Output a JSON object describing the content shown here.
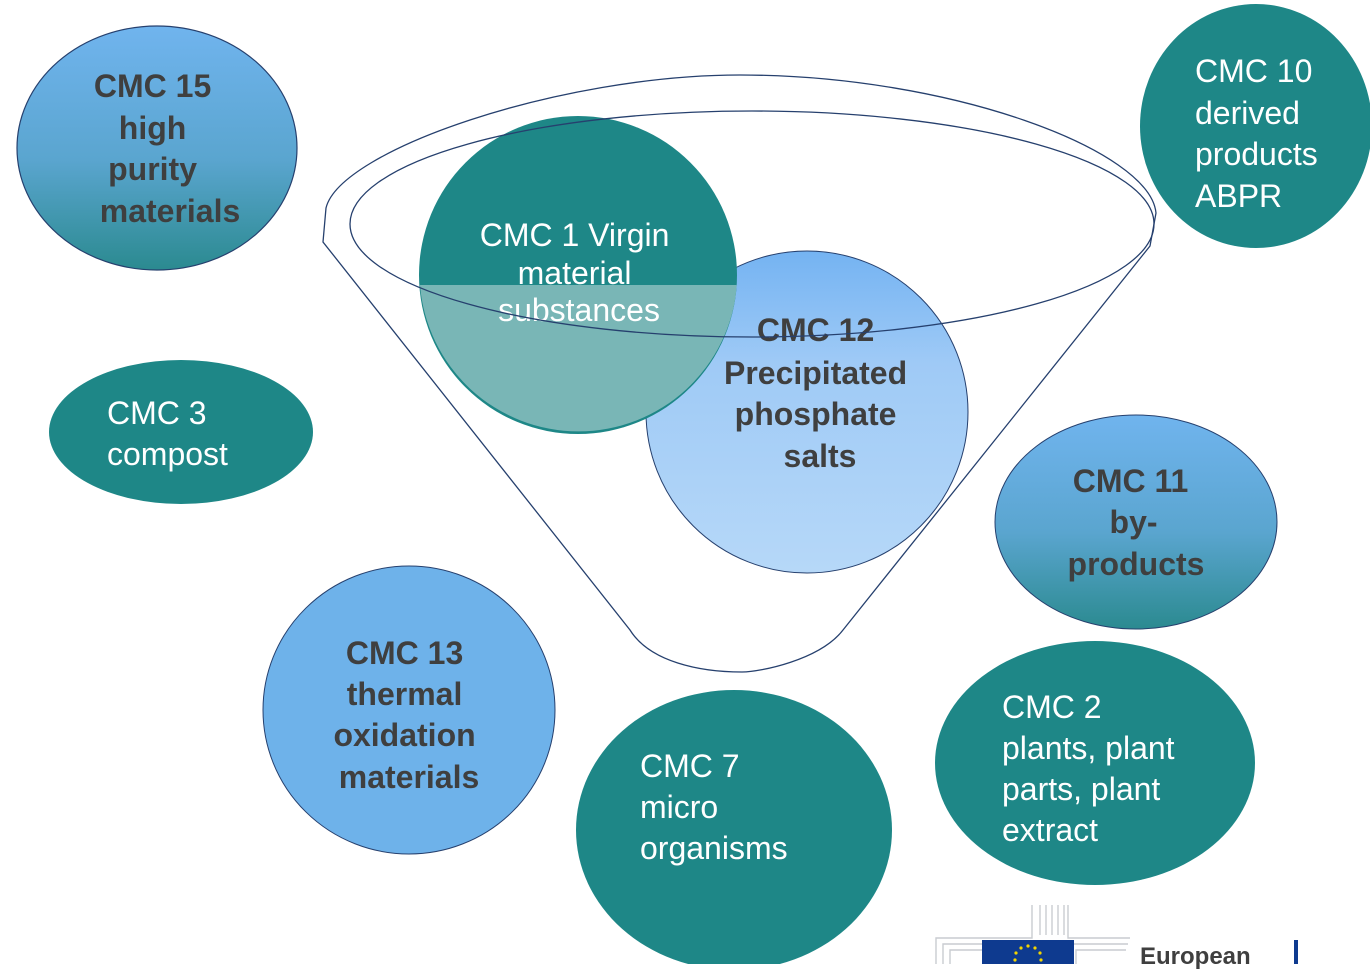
{
  "colors": {
    "teal": "#1e8787",
    "teal_light": "#78b6b7",
    "blue_top": "#6db1e8",
    "blue_bottom": "#2a8a91",
    "blue_mid": "#6eb2ea",
    "blue_pale": "#a9d2f7",
    "outline": "#26406e",
    "text_dark": "#3f3f3f"
  },
  "categories": {
    "cmc15": {
      "lines": [
        "CMC 15",
        "high",
        "purity",
        "materials"
      ]
    },
    "cmc10": {
      "lines": [
        "CMC 10",
        "derived",
        "products",
        "ABPR"
      ]
    },
    "cmc1": {
      "lines": [
        "CMC 1 Virgin",
        "material",
        "substances"
      ]
    },
    "cmc12": {
      "lines": [
        "CMC 12",
        "Precipitated",
        "phosphate",
        "salts"
      ]
    },
    "cmc3": {
      "lines": [
        "CMC 3",
        "compost"
      ]
    },
    "cmc11": {
      "lines": [
        "CMC 11",
        "by-",
        "products"
      ]
    },
    "cmc13": {
      "lines": [
        "CMC 13",
        "thermal",
        "oxidation",
        "materials"
      ]
    },
    "cmc7": {
      "lines": [
        "CMC 7",
        "micro",
        "organisms"
      ]
    },
    "cmc2": {
      "lines": [
        "CMC 2",
        "plants, plant",
        "parts, plant",
        "extract"
      ]
    }
  },
  "logo": {
    "text": "European",
    "icon": "eu-flag-icon"
  }
}
